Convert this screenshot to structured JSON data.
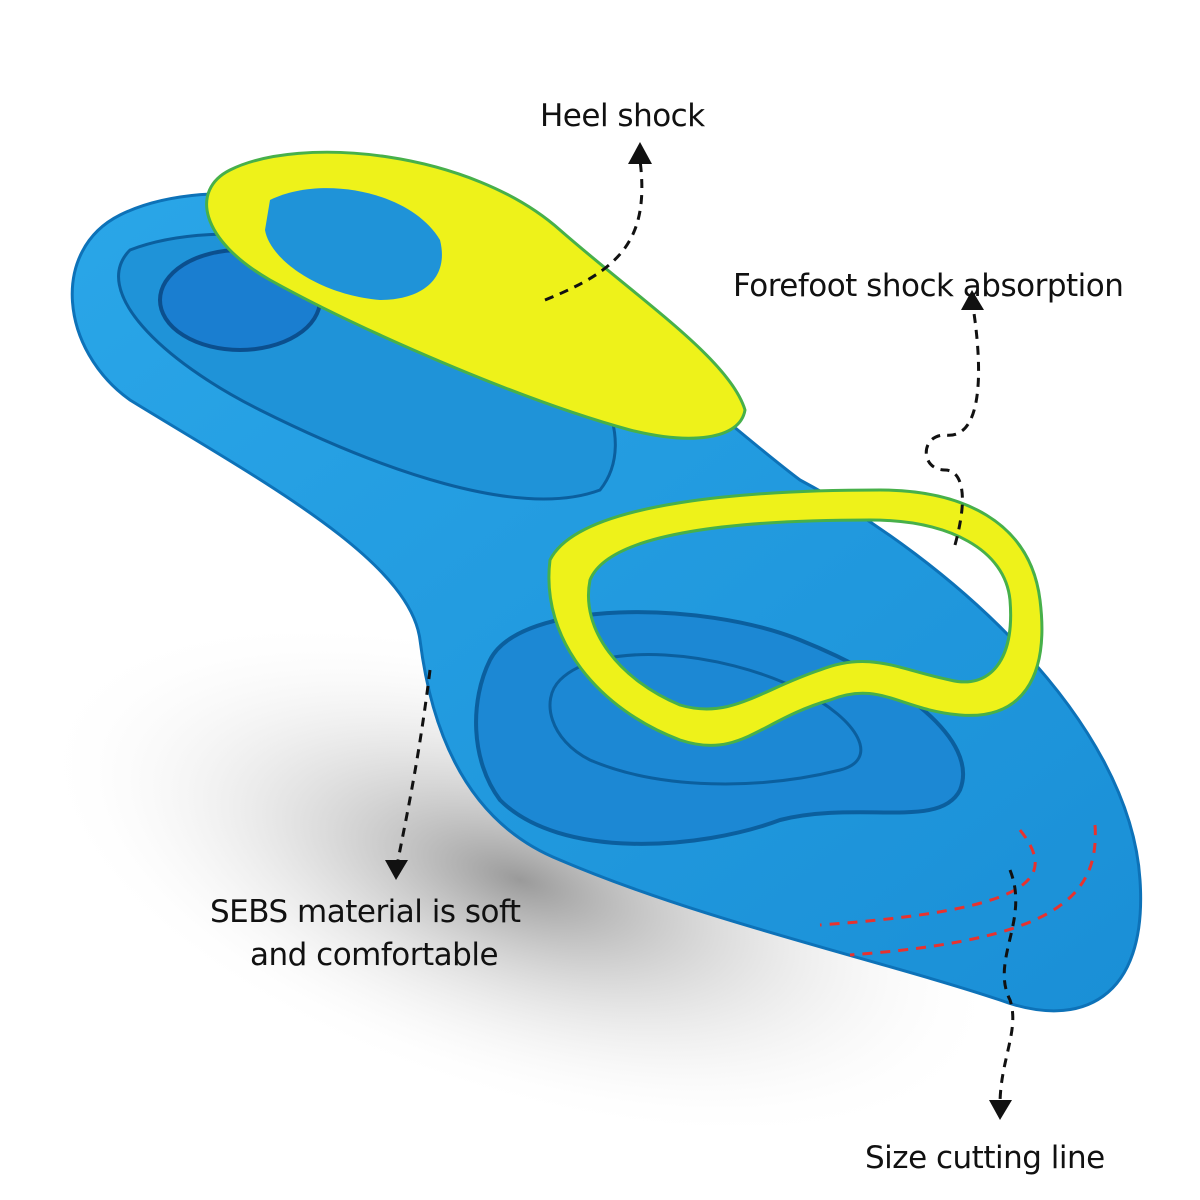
{
  "labels": {
    "heel_shock": "Heel shock",
    "forefoot": "Forefoot shock absorption",
    "sebs_line1": "SEBS material is soft",
    "sebs_line2": "and comfortable",
    "size_cutting": "Size cutting line"
  },
  "colors": {
    "insole_blue": "#1e9be0",
    "insole_dark": "#0b6fb8",
    "pad_yellow": "#eef21a",
    "cut_line_red": "#e8322e",
    "arrow": "#111111"
  }
}
